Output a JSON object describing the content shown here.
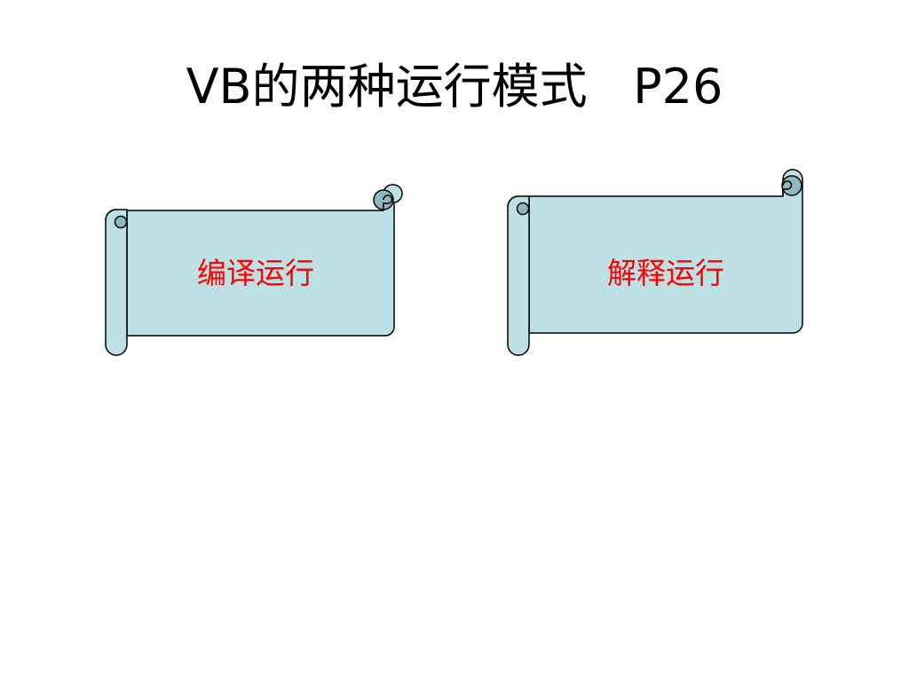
{
  "slide": {
    "title": "VB的两种运行模式   P26"
  },
  "colors": {
    "scroll_fill": "#bde0e4",
    "scroll_curl": "#8db8bd",
    "scroll_stroke": "#000000",
    "label_text": "#ff0000"
  },
  "scrolls": [
    {
      "label": "编译运行"
    },
    {
      "label": "解释运行"
    }
  ]
}
